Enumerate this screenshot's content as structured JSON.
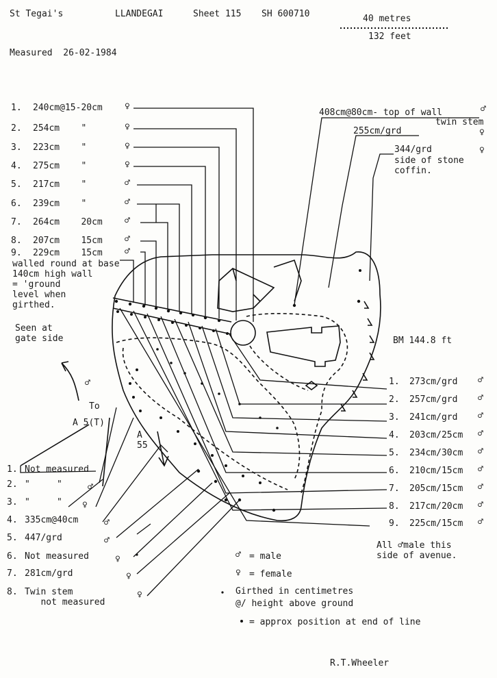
{
  "header": {
    "church": "St Tegai's",
    "parish": "LLANDEGAI",
    "sheet": "Sheet 115",
    "grid_ref": "SH 600710",
    "measured": "Measured  26-02-1984",
    "scale_metres": "40 metres",
    "scale_feet": "132 feet"
  },
  "symbols": {
    "male": "♂",
    "female": "♀"
  },
  "top_left_trees": [
    {
      "num": "1.",
      "girth": "240cm@15-20cm",
      "sex": "female"
    },
    {
      "num": "2.",
      "girth": "254cm    \"",
      "sex": "female"
    },
    {
      "num": "3.",
      "girth": "223cm    \"",
      "sex": "female"
    },
    {
      "num": "4.",
      "girth": "275cm    \"",
      "sex": "female"
    },
    {
      "num": "5.",
      "girth": "217cm    \"",
      "sex": "male"
    },
    {
      "num": "6.",
      "girth": "239cm    \"",
      "sex": "male"
    },
    {
      "num": "7.",
      "girth": "264cm    20cm",
      "sex": "male"
    },
    {
      "num": "8.",
      "girth": "207cm    15cm",
      "sex": "male"
    },
    {
      "num": "9.",
      "girth": "229cm    15cm",
      "sex": "male"
    }
  ],
  "walled_note": "walled round at base\n140cm high wall\n= 'ground\nlevel when\ngirthed.",
  "gate_note": "Seen at\ngate side",
  "top_right": {
    "t1": "408cm@80cm- top of wall",
    "t1b": "twin stem",
    "t2": "255cm/grd",
    "t3": "344/grd",
    "t3b": "side of stone\ncoffin."
  },
  "bm": "BM 144.8 ft",
  "right_trees": [
    {
      "num": "1.",
      "girth": "273cm/grd",
      "sex": "male"
    },
    {
      "num": "2.",
      "girth": "257cm/grd",
      "sex": "male"
    },
    {
      "num": "3.",
      "girth": "241cm/grd",
      "sex": "male"
    },
    {
      "num": "4.",
      "girth": "203cm/25cm",
      "sex": "male"
    },
    {
      "num": "5.",
      "girth": "234cm/30cm",
      "sex": "male"
    },
    {
      "num": "6.",
      "girth": "210cm/15cm",
      "sex": "male"
    },
    {
      "num": "7.",
      "girth": "205cm/15cm",
      "sex": "male"
    },
    {
      "num": "8.",
      "girth": "217cm/20cm",
      "sex": "male"
    },
    {
      "num": "9.",
      "girth": "225cm/15cm",
      "sex": "male"
    }
  ],
  "all_male_note": "All ♂male this\nside of avenue.",
  "road_to": "To",
  "road_a5": "A 5(T)",
  "road_a55": "A\n55",
  "bottom_left_trees": [
    {
      "num": "1.",
      "label": "Not measured",
      "sex": ""
    },
    {
      "num": "2.",
      "label": "\"     \"",
      "sex": "male"
    },
    {
      "num": "3.",
      "label": "\"     \"",
      "sex": "female"
    },
    {
      "num": "4.",
      "label": "335cm@40cm",
      "sex": "male"
    },
    {
      "num": "5.",
      "label": "447/grd",
      "sex": "male"
    },
    {
      "num": "6.",
      "label": "Not measured",
      "sex": "female"
    },
    {
      "num": "7.",
      "label": "281cm/grd",
      "sex": "female"
    },
    {
      "num": "8.",
      "label": "Twin stem\n   not measured",
      "sex": "female"
    }
  ],
  "legend": {
    "male": "= male",
    "female": "= female",
    "girthed": "Girthed in centimetres",
    "height": "@/ height above ground",
    "dot": "= approx position at end of line"
  },
  "author": "R.T.Wheeler"
}
